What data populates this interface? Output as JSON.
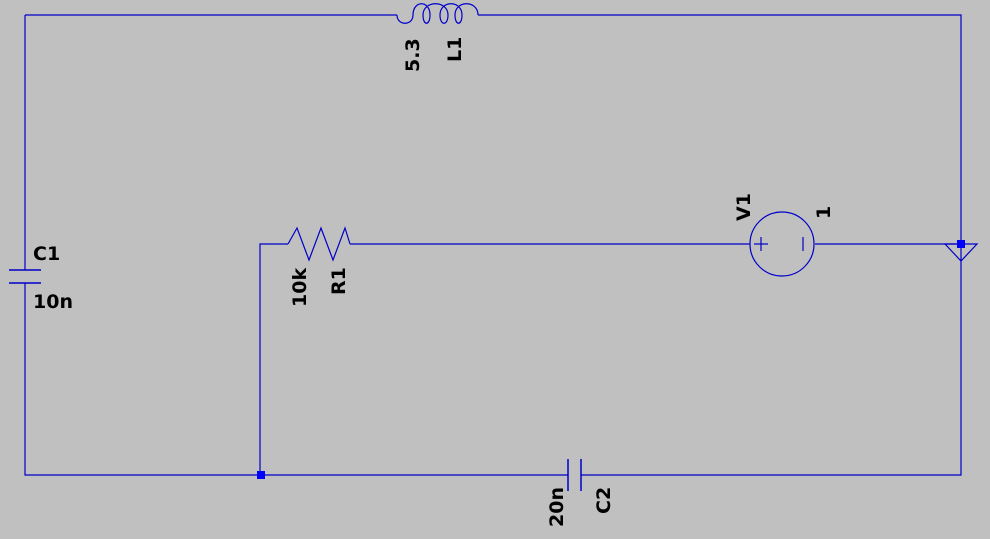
{
  "colors": {
    "background": "#c0c0c0",
    "wire": "#0000c8",
    "junction": "#0000ff",
    "label": "#000000"
  },
  "components": {
    "inductor": {
      "ref": "L1",
      "value": "5.3"
    },
    "capacitor_left": {
      "ref": "C1",
      "value": "10n"
    },
    "capacitor_bottom": {
      "ref": "C2",
      "value": "20n"
    },
    "resistor": {
      "ref": "R1",
      "value": "10k"
    },
    "voltage_source": {
      "ref": "V1",
      "value": "1"
    }
  },
  "ground_symbol": "ground-icon"
}
